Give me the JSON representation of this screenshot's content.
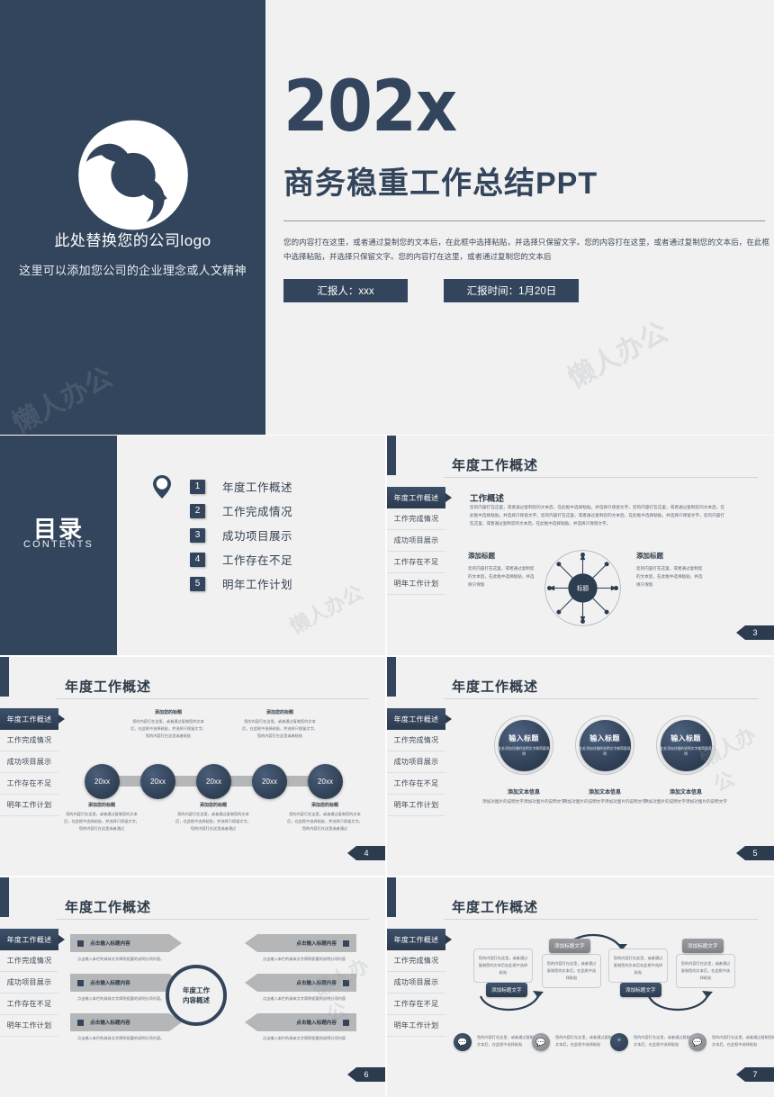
{
  "colors": {
    "navy": "#33455c",
    "bg": "#f1f1f1",
    "gray": "#b4b6b8",
    "text": "#2d3a48"
  },
  "cover": {
    "company_logo_text": "此处替换您的公司logo",
    "slogan": "这里可以添加您公司的企业理念或人文精神",
    "year": "202x",
    "title": "商务稳重工作总结PPT",
    "description": "您的内容打在这里，或者通过复制您的文本后，在此框中选择粘贴，并选择只保留文字。您的内容打在这里，或者通过复制您的文本后，在此框中选择粘贴，并选择只保留文字。您的内容打在这里，或者通过复制您的文本后",
    "reporter_tag": "汇报人：xxx",
    "date_tag": "汇报时间：1月20日"
  },
  "toc": {
    "title_cn": "目录",
    "title_en": "CONTENTS",
    "items": [
      {
        "num": "1",
        "label": "年度工作概述"
      },
      {
        "num": "2",
        "label": "工作完成情况"
      },
      {
        "num": "3",
        "label": "成功项目展示"
      },
      {
        "num": "4",
        "label": "工作存在不足"
      },
      {
        "num": "5",
        "label": "明年工作计划"
      }
    ]
  },
  "nav_items": [
    "年度工作概述",
    "工作完成情况",
    "成功项目展示",
    "工作存在不足",
    "明年工作计划"
  ],
  "slide3": {
    "title": "年度工作概述",
    "page": "3",
    "section_heading": "工作概述",
    "body": "您的内容打在这里，或者通过复制您的文本后，在此框中选择粘贴，并选择只保留文字。您的内容打在这里，或者通过复制您的文本后，在此框中选择粘贴，并选择只保留文字。您的内容打在这里，或者通过复制您的文本后，在此框中选择粘贴，并选择只保留文字。您的内容打在这里，或者通过复制您的文本后，在此框中选择粘贴，并选择只保留文字。",
    "hub_label": "标题",
    "left_title": "添加标题",
    "left_body": "您的内容打在这里，或者通过复制您的文本后，在此框中选择粘贴，并选择只保留",
    "right_title": "添加标题",
    "right_body": "您的内容打在这里，或者通过复制您的文本后，在此框中选择粘贴，并选择只保留"
  },
  "slide4": {
    "title": "年度工作概述",
    "page": "4",
    "nodes": [
      "20xx",
      "20xx",
      "20xx",
      "20xx",
      "20xx"
    ],
    "captions": [
      {
        "title": "添加您的标题",
        "body": "您的内容打在这里，或者通过复制您的文本后，在此框中选择粘贴，并选择只保留文字。您的内容打在这里或者通过"
      },
      {
        "title": "添加您的标题",
        "body": "您的内容打在这里，或者通过复制您的文本后，在此框中选择粘贴，并选择只保留文字。您的内容打在这里或者粘贴"
      },
      {
        "title": "添加您的标题",
        "body": "您的内容打在这里，或者通过复制您的文本后，在此框中选择粘贴，并选择只保留文字。您的内容打在这里或者通过"
      },
      {
        "title": "添加您的标题",
        "body": "您的内容打在这里，或者通过复制您的文本后，在此框中选择粘贴，并选择只保留文字。您的内容打在这里或者粘贴"
      },
      {
        "title": "添加您的标题",
        "body": "您的内容打在这里，或者通过复制您的文本后，在此框中选择粘贴，并选择只保留文字。您的内容打在这里或者通过"
      }
    ]
  },
  "slide5": {
    "title": "年度工作概述",
    "page": "5",
    "circles": [
      {
        "title": "输入标题",
        "sub": "此处添加详细的说明文字做简要说明",
        "cap_title": "添加文本信息",
        "cap_body": "添加对图片的说明文字添加对图片的说明文字"
      },
      {
        "title": "输入标题",
        "sub": "此处添加详细的说明文字做简要说明",
        "cap_title": "添加文本信息",
        "cap_body": "添加对图片的说明文字添加对图片的说明文字"
      },
      {
        "title": "输入标题",
        "sub": "此处添加详细的说明文字做简要说明",
        "cap_title": "添加文本信息",
        "cap_body": "添加对图片的说明文字添加对图片的说明文字"
      }
    ]
  },
  "slide6": {
    "title": "年度工作概述",
    "page": "6",
    "center": "年度工作\n内容概述",
    "center_line1": "年度工作",
    "center_line2": "内容概述",
    "left": [
      {
        "title": "点击输入标题内容",
        "body": "点击输入本栏的具体文字简明扼要的说明分项内容。"
      },
      {
        "title": "点击输入标题内容",
        "body": "点击输入本栏的具体文字简明扼要的说明分项内容。"
      },
      {
        "title": "点击输入标题内容",
        "body": "点击输入本栏的具体文字简明扼要的说明分项内容。"
      }
    ],
    "right": [
      {
        "title": "点击输入标题内容",
        "body": "点击输入本栏的具体文字简明扼要的说明分项内容"
      },
      {
        "title": "点击输入标题内容",
        "body": "点击输入本栏的具体文字简明扼要的说明分项内容"
      },
      {
        "title": "点击输入标题内容",
        "body": "点击输入本栏的具体文字简明扼要的说明分项内容"
      }
    ]
  },
  "slide7": {
    "title": "年度工作概述",
    "page": "7",
    "boxes": [
      "您的内容打在这里，或者通过复制您的文本后在此框中选择粘贴",
      "您的内容打在这里，或者通过复制您的文本后，在此框中选择粘贴",
      "您的内容打在这里，或者通过复制您的文本后在此框中选择粘贴",
      "您的内容打在这里，或者通过复制您的文本后，在此框中选择粘贴"
    ],
    "labels": [
      "添加标题文字",
      "添加标题文字",
      "添加标题文字",
      "添加标题文字"
    ],
    "bubbles": [
      {
        "icon": "speech-bubble-icon",
        "body": "您的内容打在这里，或者通过复制您的文本后，在此框中选择粘贴"
      },
      {
        "icon": "speech-bubble-icon",
        "body": "您的内容打在这里，或者通过复制您的文本后，在此框中选择粘贴"
      },
      {
        "icon": "quote-bubble-icon",
        "body": "您的内容打在这里，或者通过复制您的文本后，在此框中选择粘贴"
      },
      {
        "icon": "speech-bubble-icon",
        "body": "您的内容打在这里，或者通过复制您的文本后，在此框中选择粘贴"
      }
    ]
  },
  "watermarks": [
    "懒人办公",
    "懒人办公",
    "懒人办公",
    "懒人办公",
    "懒人办公"
  ]
}
